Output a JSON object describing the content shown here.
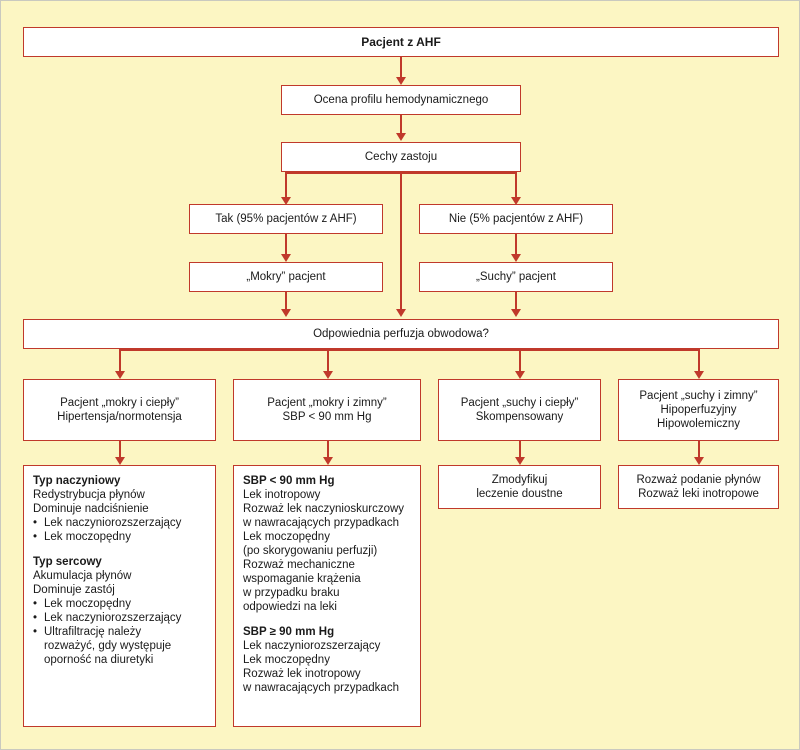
{
  "diagram": {
    "title": "Pacjent z AHF",
    "nodes": {
      "patient": "Pacjent z AHF",
      "assessment": "Ocena profilu hemodynamicznego",
      "congestion": "Cechy zastoju",
      "yes_congestion": "Tak (95% pacjentów z AHF)",
      "no_congestion": "Nie (5% pacjentów z AHF)",
      "wet_patient": "„Mokry” pacjent",
      "dry_patient": "„Suchy” pacjent",
      "perfusion": "Odpowiednia perfuzja obwodowa?"
    },
    "profiles": [
      {
        "line1": "Pacjent „mokry i ciepły”",
        "line2": "Hipertensja/normotensja",
        "line3": ""
      },
      {
        "line1": "Pacjent „mokry i zimny”",
        "line2": "SBP < 90 mm Hg",
        "line3": ""
      },
      {
        "line1": "Pacjent „suchy i ciepły”",
        "line2": "Skompensowany",
        "line3": ""
      },
      {
        "line1": "Pacjent „suchy i zimny”",
        "line2": "Hipoperfuzyjny",
        "line3": "Hipowolemiczny"
      }
    ],
    "treatment_vascular": {
      "heading1": "Typ naczyniowy",
      "lines1": [
        "Redystrybucja płynów",
        "Dominuje nadciśnienie"
      ],
      "bullets1": [
        "Lek naczyniorozszerzający",
        "Lek moczopędny"
      ],
      "heading2": "Typ sercowy",
      "lines2": [
        "Akumulacja płynów",
        "Dominuje zastój"
      ],
      "bullets2": [
        "Lek moczopędny",
        "Lek naczyniorozszerzający",
        "Ultrafiltrację należy"
      ],
      "bullet3_cont": [
        "rozważyć, gdy występuje",
        "oporność na diuretyki"
      ]
    },
    "treatment_cold": {
      "heading1": "SBP < 90 mm Hg",
      "lines1": [
        "Lek inotropowy",
        "Rozważ lek naczynioskurczowy",
        "w nawracających przypadkach",
        "Lek moczopędny",
        "(po skorygowaniu perfuzji)",
        "Rozważ mechaniczne",
        "wspomaganie krążenia",
        "w przypadku braku",
        "odpowiedzi na leki"
      ],
      "heading2": "SBP ≥ 90 mm Hg",
      "lines2": [
        "Lek naczyniorozszerzający",
        "Lek moczopędny",
        "Rozważ lek inotropowy",
        "w nawracających przypadkach"
      ]
    },
    "treatment_dry_warm": {
      "line1": "Zmodyfikuj",
      "line2": "leczenie doustne"
    },
    "treatment_dry_cold": {
      "line1": "Rozważ podanie płynów",
      "line2": "Rozważ leki inotropowe"
    },
    "colors": {
      "background": "#fcf6c3",
      "box_border": "#c0392b",
      "box_fill": "#ffffff",
      "text": "#1a1a1a",
      "connector": "#c0392b"
    }
  }
}
